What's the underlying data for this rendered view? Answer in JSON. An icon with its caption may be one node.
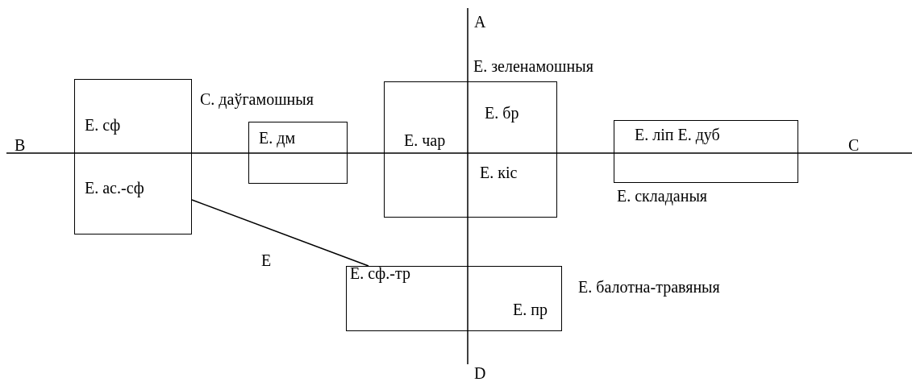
{
  "diagram": {
    "nodes": [
      {
        "text": [
          "Е. сф",
          "Е. ас.-сф"
        ]
      },
      {
        "text": [
          "Е. дм"
        ],
        "beside": [
          "С. даўгамошныя"
        ]
      },
      {
        "text": [
          "Е. чар",
          "Е. бр",
          "Е. кіс"
        ],
        "beside": [
          "Е. зеленамошныя"
        ]
      },
      {
        "text": [
          "Е. ліп Е. дуб"
        ],
        "beside": [
          "Е. складаныя"
        ]
      },
      {
        "text": [
          "Е. сф.-тр",
          "Е. пр"
        ],
        "beside": [
          "Е. балотна-травяныя"
        ]
      }
    ],
    "edges": [
      {
        "from": 0,
        "to": 4,
        "arrow": "none",
        "label": "Е"
      }
    ],
    "labels": [
      "A",
      "B",
      "C",
      "D"
    ]
  }
}
